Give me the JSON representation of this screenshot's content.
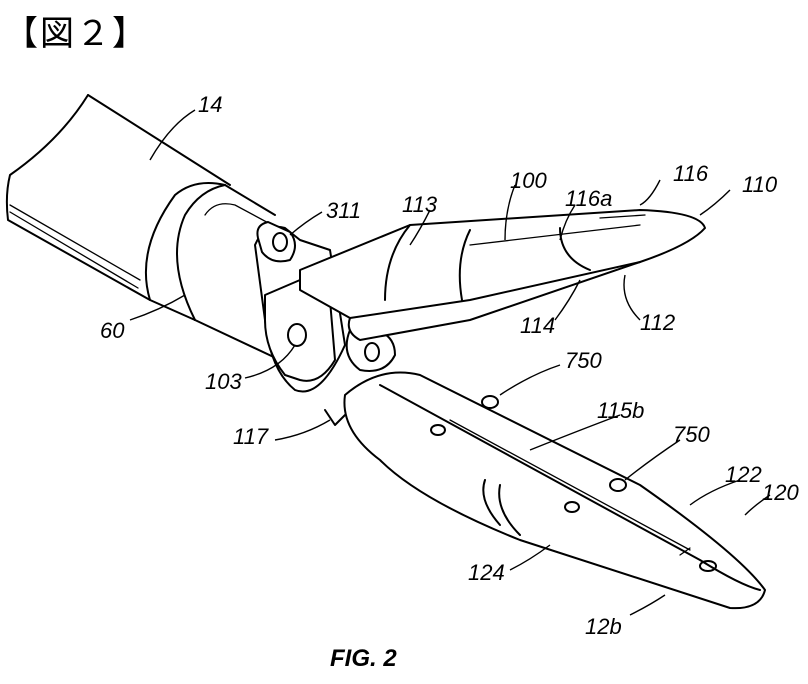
{
  "header": "【図２】",
  "figure_caption": "FIG. 2",
  "reference_labels": [
    {
      "id": "14",
      "text": "14"
    },
    {
      "id": "311",
      "text": "311"
    },
    {
      "id": "113",
      "text": "113"
    },
    {
      "id": "100",
      "text": "100"
    },
    {
      "id": "116a",
      "text": "116a"
    },
    {
      "id": "116",
      "text": "116"
    },
    {
      "id": "110",
      "text": "110"
    },
    {
      "id": "60",
      "text": "60"
    },
    {
      "id": "114",
      "text": "114"
    },
    {
      "id": "112",
      "text": "112"
    },
    {
      "id": "103",
      "text": "103"
    },
    {
      "id": "750a",
      "text": "750"
    },
    {
      "id": "117",
      "text": "117"
    },
    {
      "id": "115b",
      "text": "115b"
    },
    {
      "id": "750b",
      "text": "750"
    },
    {
      "id": "122",
      "text": "122"
    },
    {
      "id": "120",
      "text": "120"
    },
    {
      "id": "124",
      "text": "124"
    },
    {
      "id": "12b",
      "text": "12b"
    }
  ]
}
